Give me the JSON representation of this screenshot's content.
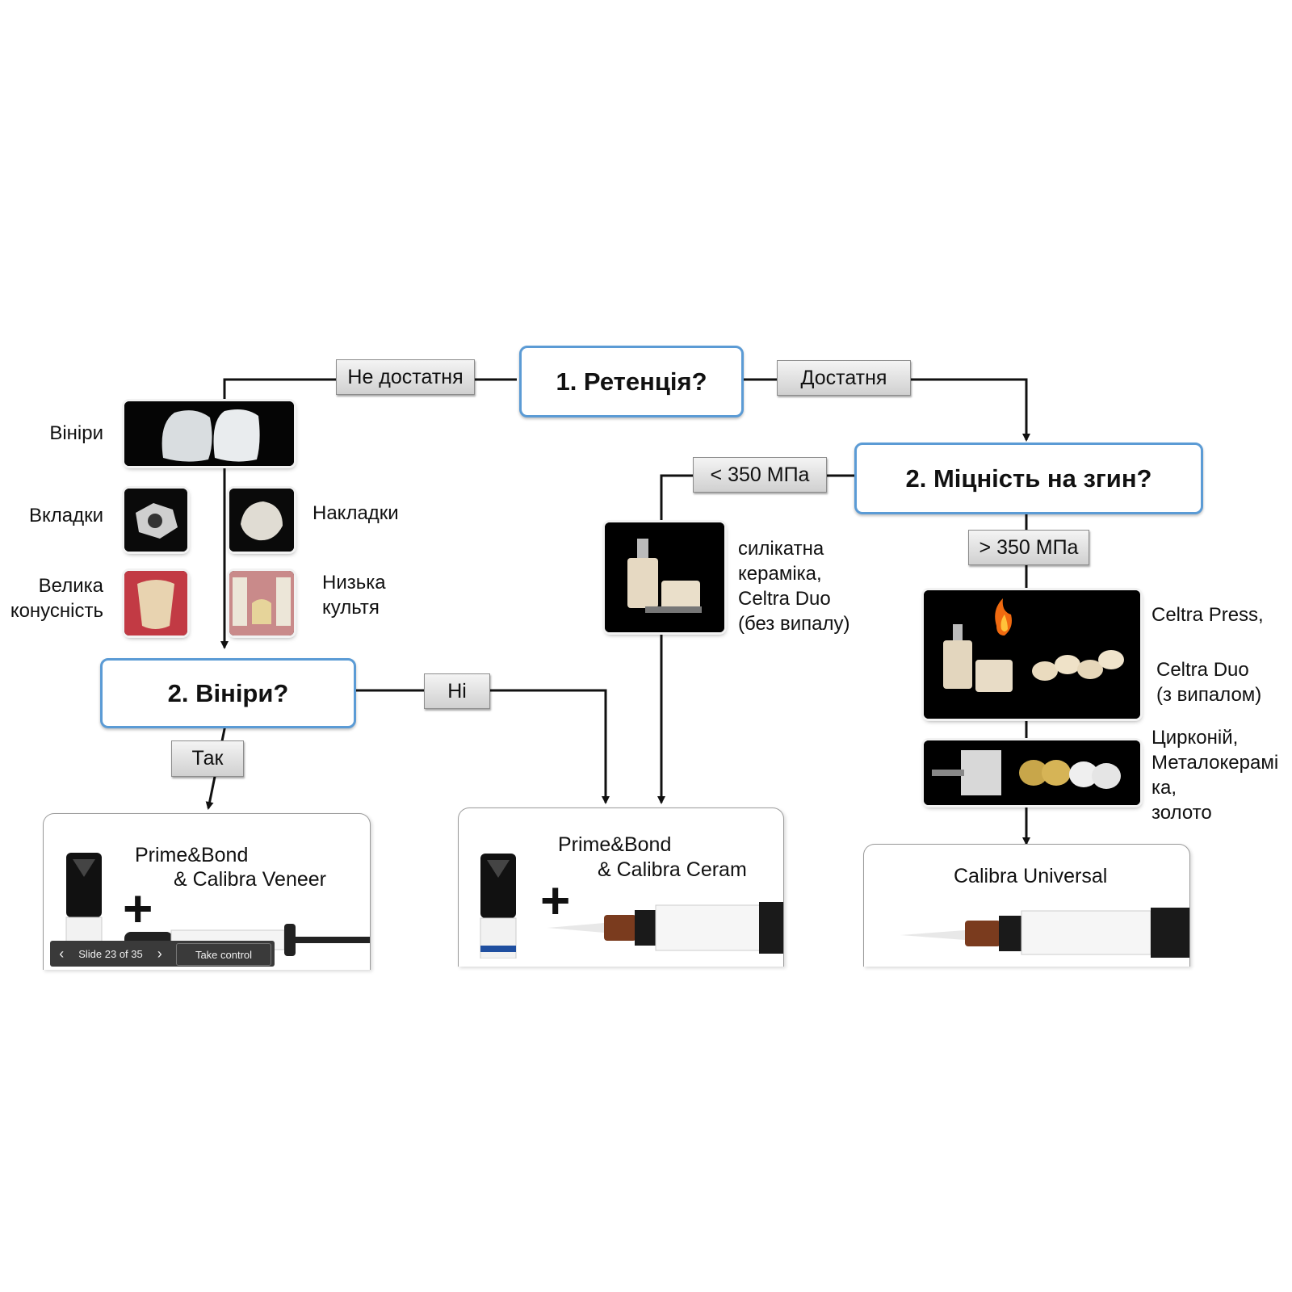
{
  "questions": {
    "retention": "1. Ретенція?",
    "veneers": "2. Вініри?",
    "strength": "2. Міцність на згин?"
  },
  "edge_labels": {
    "insufficient": "Не достатня",
    "sufficient": "Достатня",
    "less_350": "< 350 МПа",
    "more_350": "> 350 МПа",
    "no": "Ні",
    "yes": "Так"
  },
  "restorations": {
    "veneers": "Вініри",
    "inlays": "Вкладки",
    "onlays": "Накладки",
    "large_taper_1": "Велика",
    "large_taper_2": "конусність",
    "low_stump_1": "Низька",
    "low_stump_2": "культя"
  },
  "materials": {
    "silicate_1": "силікатна",
    "silicate_2": "кераміка,",
    "silicate_3": "Celtra Duo",
    "silicate_4": "(без випалу)",
    "celtra_press": "Celtra Press,",
    "celtra_duo_fired_1": "Celtra Duo",
    "celtra_duo_fired_2": "(з випалом)",
    "zirconia_1": "Цирконій,",
    "zirconia_2": "Металокерамі",
    "zirconia_3": "ка,",
    "zirconia_4": "золото"
  },
  "products": {
    "veneer_1": "Prime&Bond",
    "veneer_2": "& Calibra Veneer",
    "ceram_1": "Prime&Bond",
    "ceram_2": "& Calibra Ceram",
    "universal": "Calibra Universal",
    "plus": "+"
  },
  "slideshow": {
    "prev": "‹",
    "slide_counter": "Slide 23 of 35",
    "next": "›",
    "take_control": "Take control"
  },
  "colors": {
    "question_border": "#5b9bd5",
    "lines": "#111111"
  }
}
